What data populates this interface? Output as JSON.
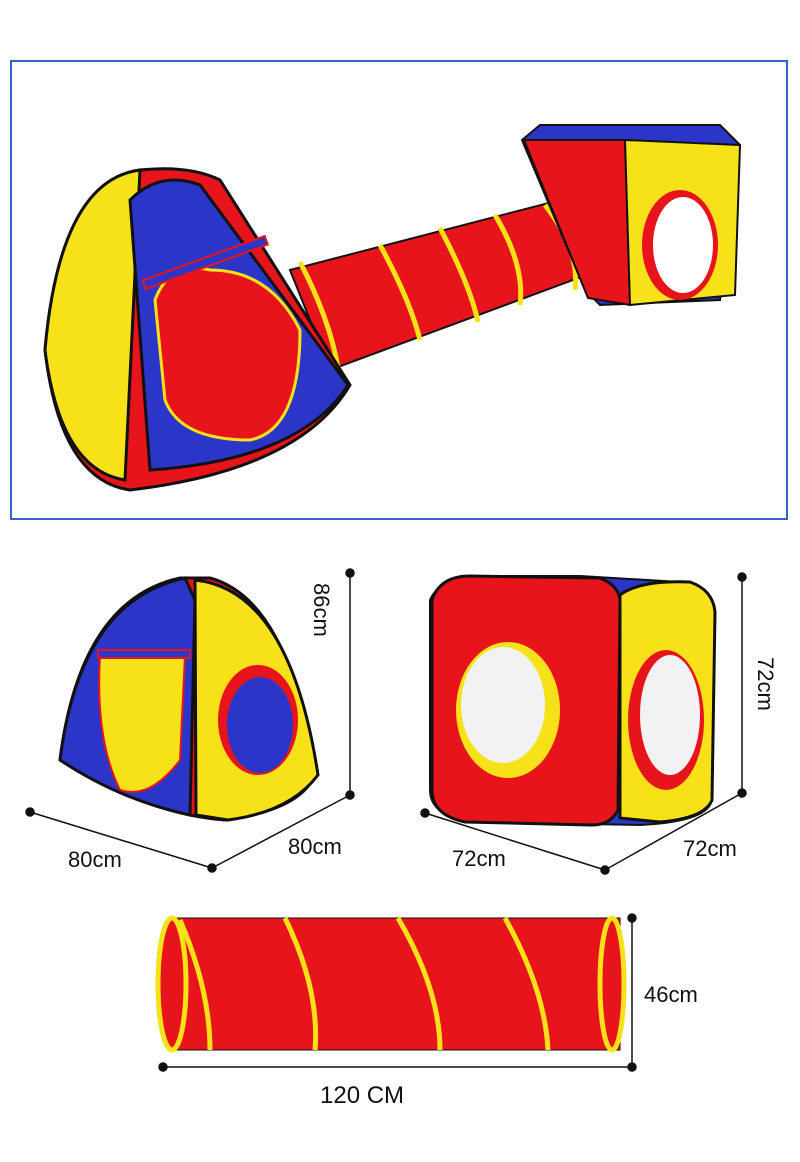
{
  "colors": {
    "frame": "#3a5fcd",
    "red": "#e8141b",
    "blue": "#2b36c8",
    "yellow": "#f7e21a",
    "outline": "#111111"
  },
  "dimensions": {
    "pyramid_height": "86cm",
    "pyramid_width": "80cm",
    "pyramid_depth": "80cm",
    "cube_width": "72cm",
    "cube_depth": "72cm",
    "cube_height": "72cm",
    "tunnel_diameter": "46cm",
    "tunnel_length": "120 CM"
  }
}
